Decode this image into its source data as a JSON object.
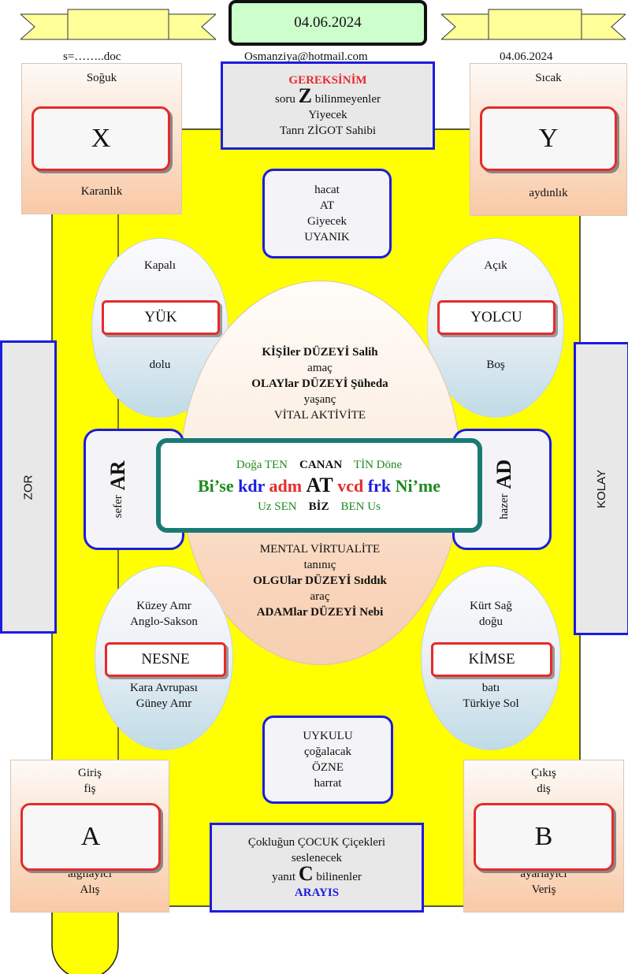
{
  "header": {
    "date_box": "04.06.2024",
    "left_file": "s=……..doc",
    "email": "Osmanziya@hotmail.com",
    "right_date": "04.06.2024"
  },
  "top_left": {
    "top": "Soğuk",
    "letter": "X",
    "bottom": "Karanlık"
  },
  "top_right": {
    "top": "Sıcak",
    "letter": "Y",
    "bottom": "aydınlık"
  },
  "gereksinim": {
    "title": "GEREKSİNİM",
    "line1_pre": "soru ",
    "line1_letter": "Z",
    "line1_post": " bilinmeyenler",
    "line2": "Yiyecek",
    "line3": "Tanrı ZİGOT Sahibi"
  },
  "upper_mid": [
    "hacat",
    "AT",
    "Giyecek",
    "UYANIK"
  ],
  "oval_top_left": {
    "top": "Kapalı",
    "label": "YÜK",
    "bottom": "dolu"
  },
  "oval_top_right": {
    "top": "Açık",
    "label": "YOLCU",
    "bottom": "Boş"
  },
  "center_upper": {
    "line1": "KİŞİler DÜZEYİ Salih",
    "line2": "amaç",
    "line3": "OLAYlar DÜZEYİ Şüheda",
    "line4": "yaşanç",
    "line5": "VİTAL AKTİVİTE"
  },
  "center_lower": {
    "line1": "MENTAL VİRTUALİTE",
    "line2": "tanınıç",
    "line3": "OLGUlar DÜZEYİ Sıddık",
    "line4": "araç",
    "line5": "ADAMlar DÜZEYİ  Nebi"
  },
  "core": {
    "top": {
      "a": "Doğa TEN",
      "b": "CANAN",
      "c": "TİN Döne"
    },
    "mid": {
      "bise": "Bi’se",
      "kdr": "kdr",
      "adm": "adm",
      "at": "AT",
      "vcd": "vcd",
      "frk": "frk",
      "nime": "Ni’me"
    },
    "bottom": {
      "a": "Uz SEN",
      "b": "BİZ",
      "c": "BEN Us"
    }
  },
  "left_mid": {
    "small": "sefer",
    "big": "AR"
  },
  "right_mid": {
    "small": "hazer",
    "big": "AD"
  },
  "side_left": "ZOR",
  "side_right": "KOLAY",
  "oval_bottom_left": {
    "top1": "Küzey Amr",
    "top2": "Anglo-Sakson",
    "label": "NESNE",
    "bottom1": "Kara Avrupası",
    "bottom2": "Güney Amr"
  },
  "oval_bottom_right": {
    "top1": "Kürt Sağ",
    "top2": "doğu",
    "label": "KİMSE",
    "bottom1": "batı",
    "bottom2": "Türkiye Sol"
  },
  "lower_mid": [
    "UYKULU",
    "çoğalacak",
    "ÖZNE",
    "harrat"
  ],
  "bottom_left": {
    "top1": "Giriş",
    "top2": "fiş",
    "letter": "A",
    "bottom1": "algılayıcı",
    "bottom2": "Alış"
  },
  "bottom_right": {
    "top1": "Çıkış",
    "top2": "diş",
    "letter": "B",
    "bottom1": "ayarlayıcı",
    "bottom2": "Veriş"
  },
  "arayis": {
    "line1": "Çokluğun ÇOCUK Çiçekleri",
    "line2": "seslenecek",
    "line3_pre": "yanıt ",
    "line3_letter": "C",
    "line3_post": " bilinenler",
    "title": "ARAYIS"
  },
  "colors": {
    "yellow": "#ffff00",
    "blue": "#1c1ce0",
    "red": "#e52b2b",
    "teal": "#1a7a74",
    "green": "#1e8a1e",
    "date_fill": "#ccffcc"
  }
}
